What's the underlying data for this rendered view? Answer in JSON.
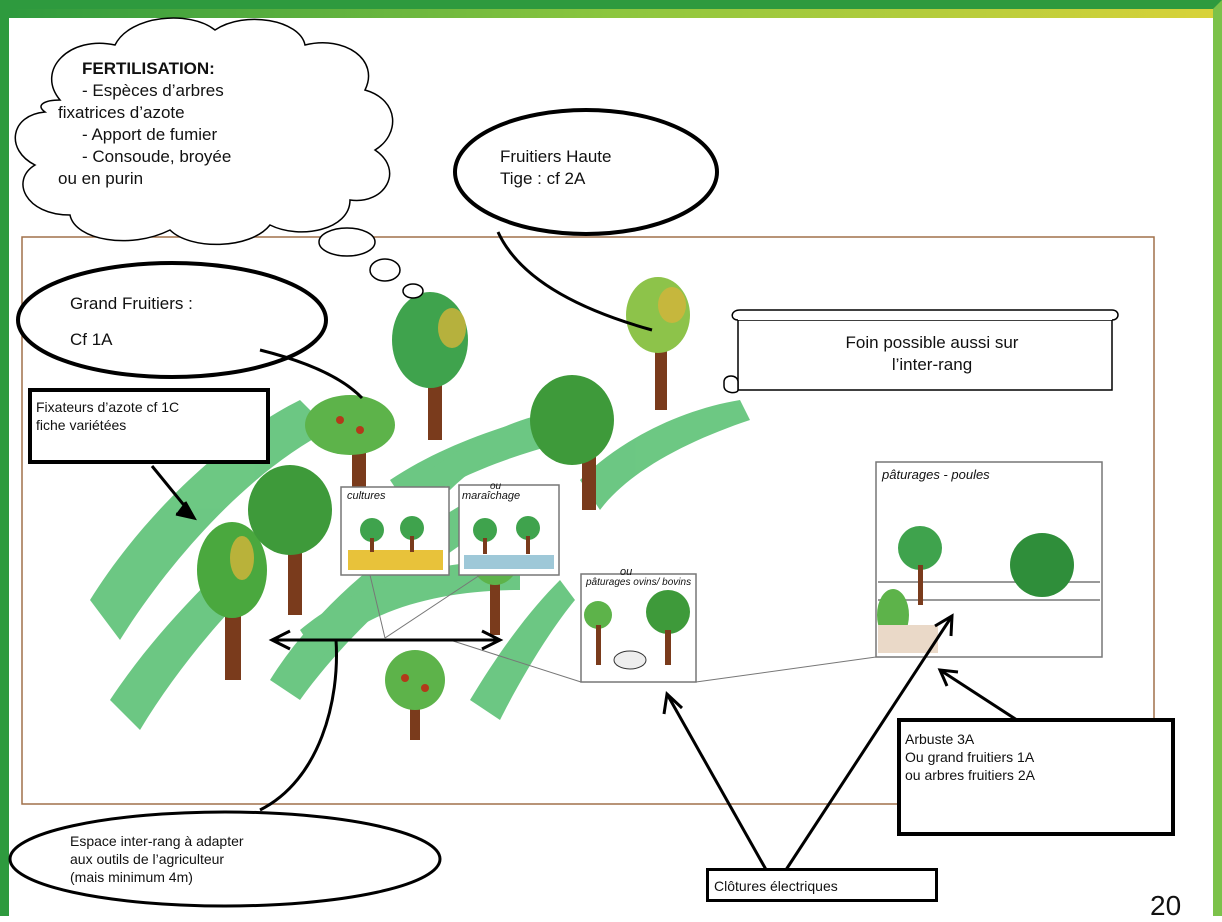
{
  "fertilisation": {
    "title": "FERTILISATION:",
    "lines": [
      "- Espèces d’arbres",
      "fixatrices d’azote",
      "- Apport de fumier",
      "- Consoude, broyée",
      "ou en purin"
    ]
  },
  "fruitiers_haute_tige": {
    "line1": "Fruitiers Haute",
    "line2": "Tige : cf 2A"
  },
  "grand_fruitiers": {
    "line1": "Grand Fruitiers :",
    "line2": "Cf 1A"
  },
  "foin": {
    "line1": "Foin possible aussi sur",
    "line2": "l’inter-rang"
  },
  "fixateurs": {
    "line1": "Fixateurs d’azote cf 1C",
    "line2": "fiche variétées"
  },
  "inset_labels": {
    "cultures": "cultures",
    "maraichage": "maraîchage",
    "ou1": "ou",
    "paturages_ovins": "pâturages ovins/ bovins",
    "ou2": "ou",
    "paturages_poules": "pâturages - poules"
  },
  "arbuste": {
    "line1": "Arbuste 3A",
    "line2": "Ou grand fruitiers  1A",
    "line3": "ou arbres fruitiers 2A"
  },
  "espace": {
    "line1": "Espace inter-rang à adapter",
    "line2": "aux outils de l’agriculteur",
    "line3": "(mais minimum 4m)"
  },
  "clotures": "Clôtures électriques",
  "page_number": "20",
  "colors": {
    "frame_green": "#2e9a3e",
    "tree_green": "#3fa34d",
    "trunk": "#7a3b1c",
    "grass": "#3cb55a"
  }
}
